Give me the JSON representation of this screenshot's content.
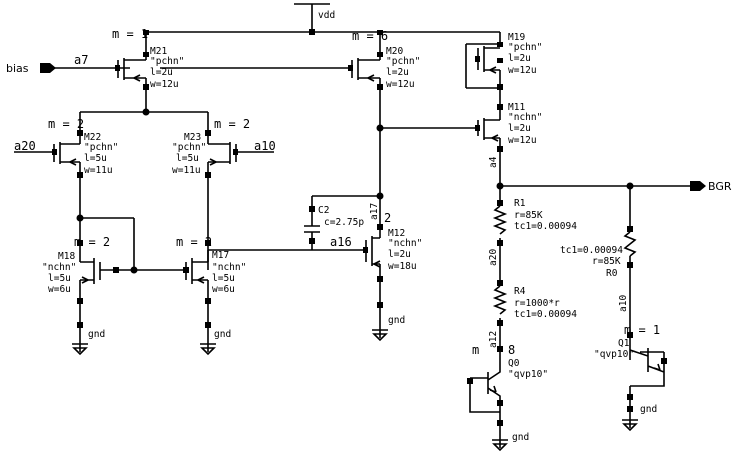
{
  "nets": {
    "vdd": "vdd",
    "bias": "bias",
    "bgr": "BGR",
    "a7": "a7",
    "a20_left": "a20",
    "a10_top": "a10",
    "a4": "a4",
    "a17": "a17",
    "a16": "a16",
    "a20_mid": "a20",
    "a12": "a12",
    "a10_right": "a10",
    "gnd": "gnd"
  },
  "multipliers": {
    "m_top_left": "m = 1",
    "m_top_mid": "m = 6",
    "m_m22": "m = 2",
    "m_m23": "m = 2",
    "m_m18": "m = 2",
    "m_m17": "m = 2",
    "m_m12": "2",
    "m_q0": "8",
    "m_q0_prefix": "m",
    "m_q1": "m = 1"
  },
  "devices": {
    "M21": {
      "name": "M21",
      "model": "\"pchn\"",
      "l": "l=2u",
      "w": "w=12u"
    },
    "M20": {
      "name": "M20",
      "model": "\"pchn\"",
      "l": "l=2u",
      "w": "w=12u"
    },
    "M19": {
      "name": "M19",
      "model": "\"pchn\"",
      "l": "l=2u",
      "w": "w=12u"
    },
    "M11": {
      "name": "M11",
      "model": "\"nchn\"",
      "l": "l=2u",
      "w": "w=12u"
    },
    "M22": {
      "name": "M22",
      "model": "\"pchn\"",
      "l": "l=5u",
      "w": "w=11u"
    },
    "M23": {
      "name": "M23",
      "model": "\"pchn\"",
      "l": "l=5u",
      "w": "w=11u"
    },
    "M18": {
      "name": "M18",
      "model": "\"nchn\"",
      "l": "l=5u",
      "w": "w=6u"
    },
    "M17": {
      "name": "M17",
      "model": "\"nchn\"",
      "l": "l=5u",
      "w": "w=6u"
    },
    "M12": {
      "name": "M12",
      "model": "\"nchn\"",
      "l": "l=2u",
      "w": "w=18u"
    },
    "C2": {
      "name": "C2",
      "value": "c=2.75p"
    },
    "R1": {
      "name": "R1",
      "r": "r=85K",
      "tc": "tc1=0.00094"
    },
    "R4": {
      "name": "R4",
      "r": "r=1000*r",
      "tc": "tc1=0.00094"
    },
    "R0": {
      "name": "R0",
      "r": "r=85K",
      "tc": "tc1=0.00094"
    },
    "Q0": {
      "name": "Q0",
      "model": "\"qvp10\""
    },
    "Q1": {
      "name": "Q1",
      "model": "\"qvp10\""
    }
  }
}
